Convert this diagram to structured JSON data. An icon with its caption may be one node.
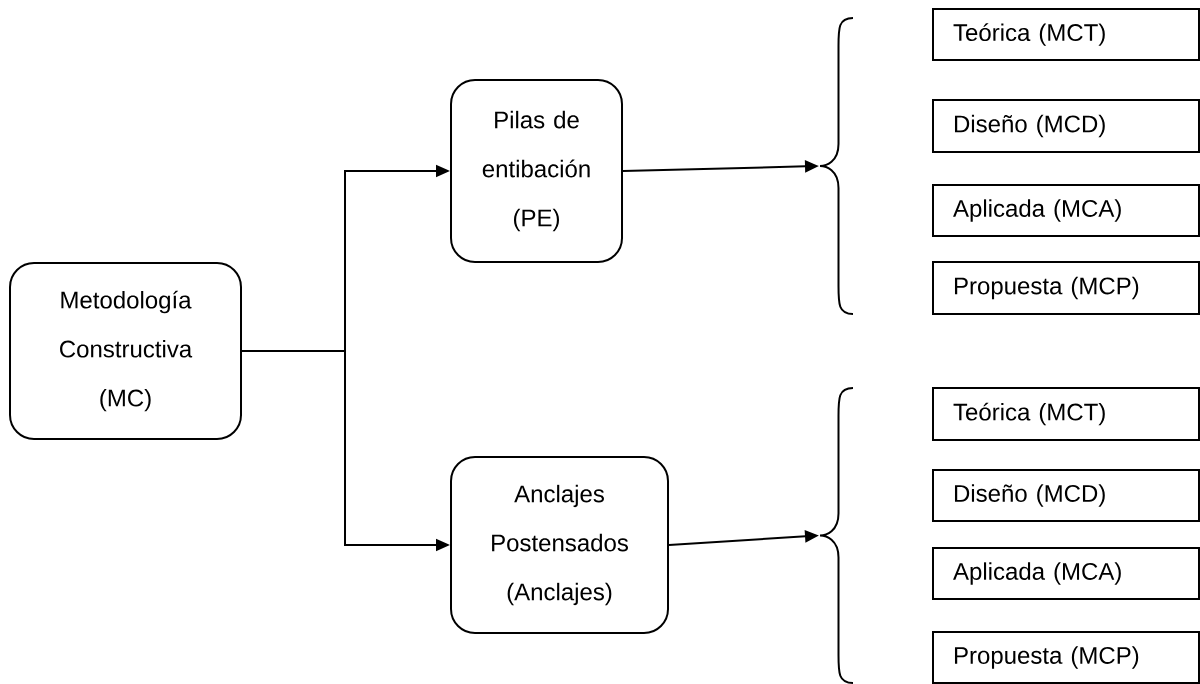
{
  "diagram": {
    "nodes": [
      {
        "text": [
          "Metodología Constructiva (MC)"
        ]
      },
      {
        "text": [
          "Pilas de entibación (PE)"
        ]
      },
      {
        "text": [
          "Anclajes Postensados (Anclajes)"
        ]
      },
      {
        "text": [],
        "shape": "brace"
      },
      {
        "text": [
          "Teórica (MCT)"
        ]
      },
      {
        "text": [
          "Diseño (MCD)"
        ]
      },
      {
        "text": [
          "Aplicada (MCA)"
        ]
      },
      {
        "text": [
          "Propuesta (MCP)"
        ]
      },
      {
        "text": [],
        "shape": "brace"
      },
      {
        "text": [
          "Teórica (MCT)"
        ]
      },
      {
        "text": [
          "Diseño (MCD)"
        ]
      },
      {
        "text": [
          "Aplicada (MCA)"
        ]
      },
      {
        "text": [
          "Propuesta (MCP)"
        ]
      }
    ],
    "edges": [
      {
        "from": 0,
        "to": 1,
        "arrow": "to"
      },
      {
        "from": 0,
        "to": 2,
        "arrow": "to"
      },
      {
        "from": 1,
        "to": 3,
        "arrow": "to"
      },
      {
        "from": 2,
        "to": 8,
        "arrow": "to"
      }
    ]
  }
}
